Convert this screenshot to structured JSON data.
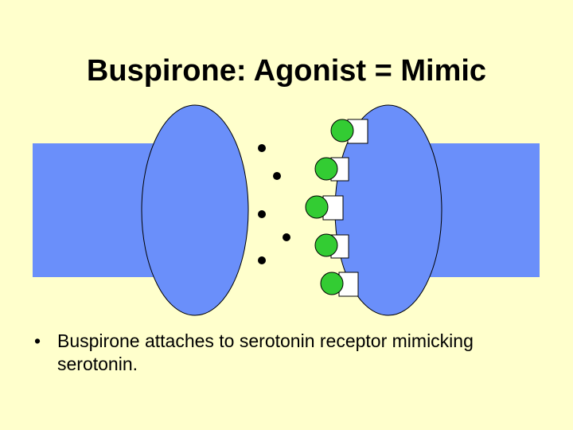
{
  "slide": {
    "title": "Buspirone: Agonist = Mimic",
    "bullets": [
      {
        "marker": "•",
        "text": "Buspirone attaches to serotonin receptor mimicking serotonin."
      }
    ]
  },
  "diagram": {
    "colors": {
      "neuron_fill": "#6a8ffa",
      "outline": "#000000",
      "drug_fill": "#33cc33",
      "receptor_fill": "#ffffff",
      "molecule_fill": "#000000"
    },
    "presynaptic_neuron": "axon-terminal",
    "postsynaptic_neuron": "dendrite",
    "free_molecule_count": 5,
    "bound_receptor_count": 5
  }
}
